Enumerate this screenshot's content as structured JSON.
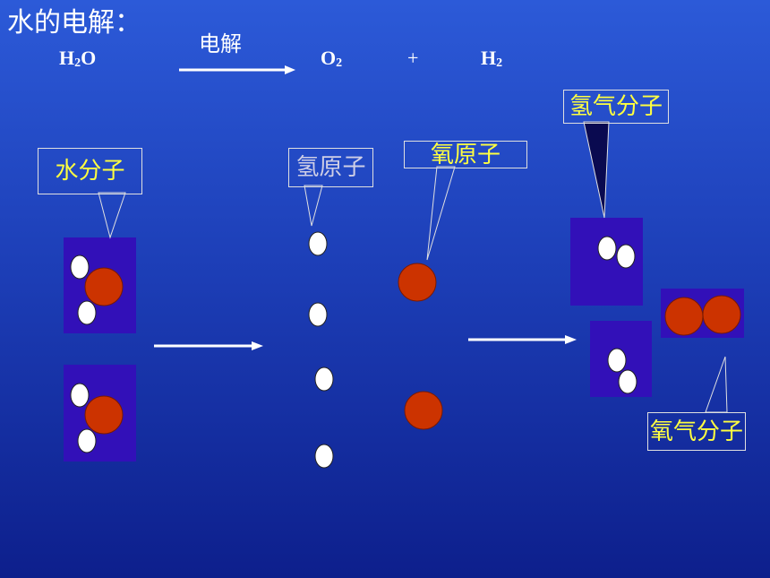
{
  "title": "水的电解：",
  "equation": {
    "reactant": "H",
    "reactant_sub": "2",
    "reactant_tail": "O",
    "condition": "电解",
    "product1": "O",
    "product1_sub": "2",
    "plus": "+",
    "product2": "H",
    "product2_sub": "2"
  },
  "labels": {
    "water_molecule": "水分子",
    "hydrogen_atom": "氢原子",
    "oxygen_atom": "氧原子",
    "hydrogen_molecule": "氢气分子",
    "oxygen_molecule": "氧气分子"
  },
  "colors": {
    "background_top": "#2c5ad8",
    "background_bottom": "#0d1f8c",
    "molecule_panel": "#3210b8",
    "oxygen_atom": "#cc3300",
    "hydrogen_atom": "#ffffff",
    "label_yellow": "#ffff40"
  }
}
